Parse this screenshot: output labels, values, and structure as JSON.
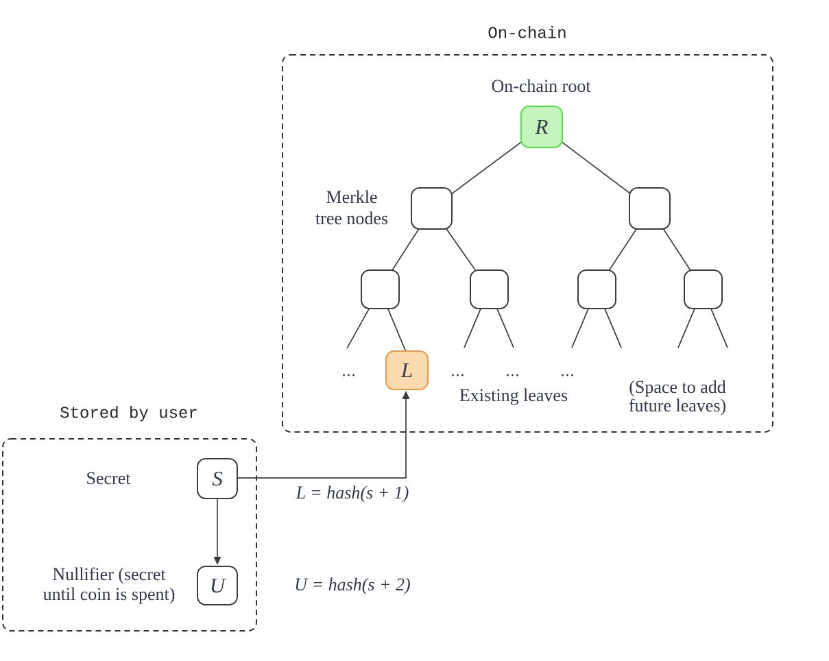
{
  "colors": {
    "line": "#3c3c3c",
    "dash": "#333333",
    "textSerif": "#333a4d",
    "textMono": "#26262a",
    "rootFill": "#c6f4bd",
    "rootBorder": "#51e048",
    "leafFill": "#fcdab0",
    "leafBorder": "#f0993c"
  },
  "onchain": {
    "region_label": "On-chain",
    "root_caption": "On-chain root",
    "root_letter": "R",
    "merkle_caption_line1": "Merkle",
    "merkle_caption_line2": "tree nodes",
    "ellipsis": "...",
    "leaf_letter": "L",
    "existing_leaves_caption": "Existing leaves",
    "space_caption_line1": "(Space to add",
    "space_caption_line2": "future leaves)"
  },
  "user": {
    "region_label": "Stored by user",
    "secret_caption": "Secret",
    "secret_letter": "S",
    "nullifier_caption_line1": "Nullifier (secret",
    "nullifier_caption_line2": "until coin is spent)",
    "nullifier_letter": "U"
  },
  "formulas": {
    "leaf_formula": "L = hash(s + 1)",
    "nullifier_formula": "U = hash(s + 2)"
  }
}
